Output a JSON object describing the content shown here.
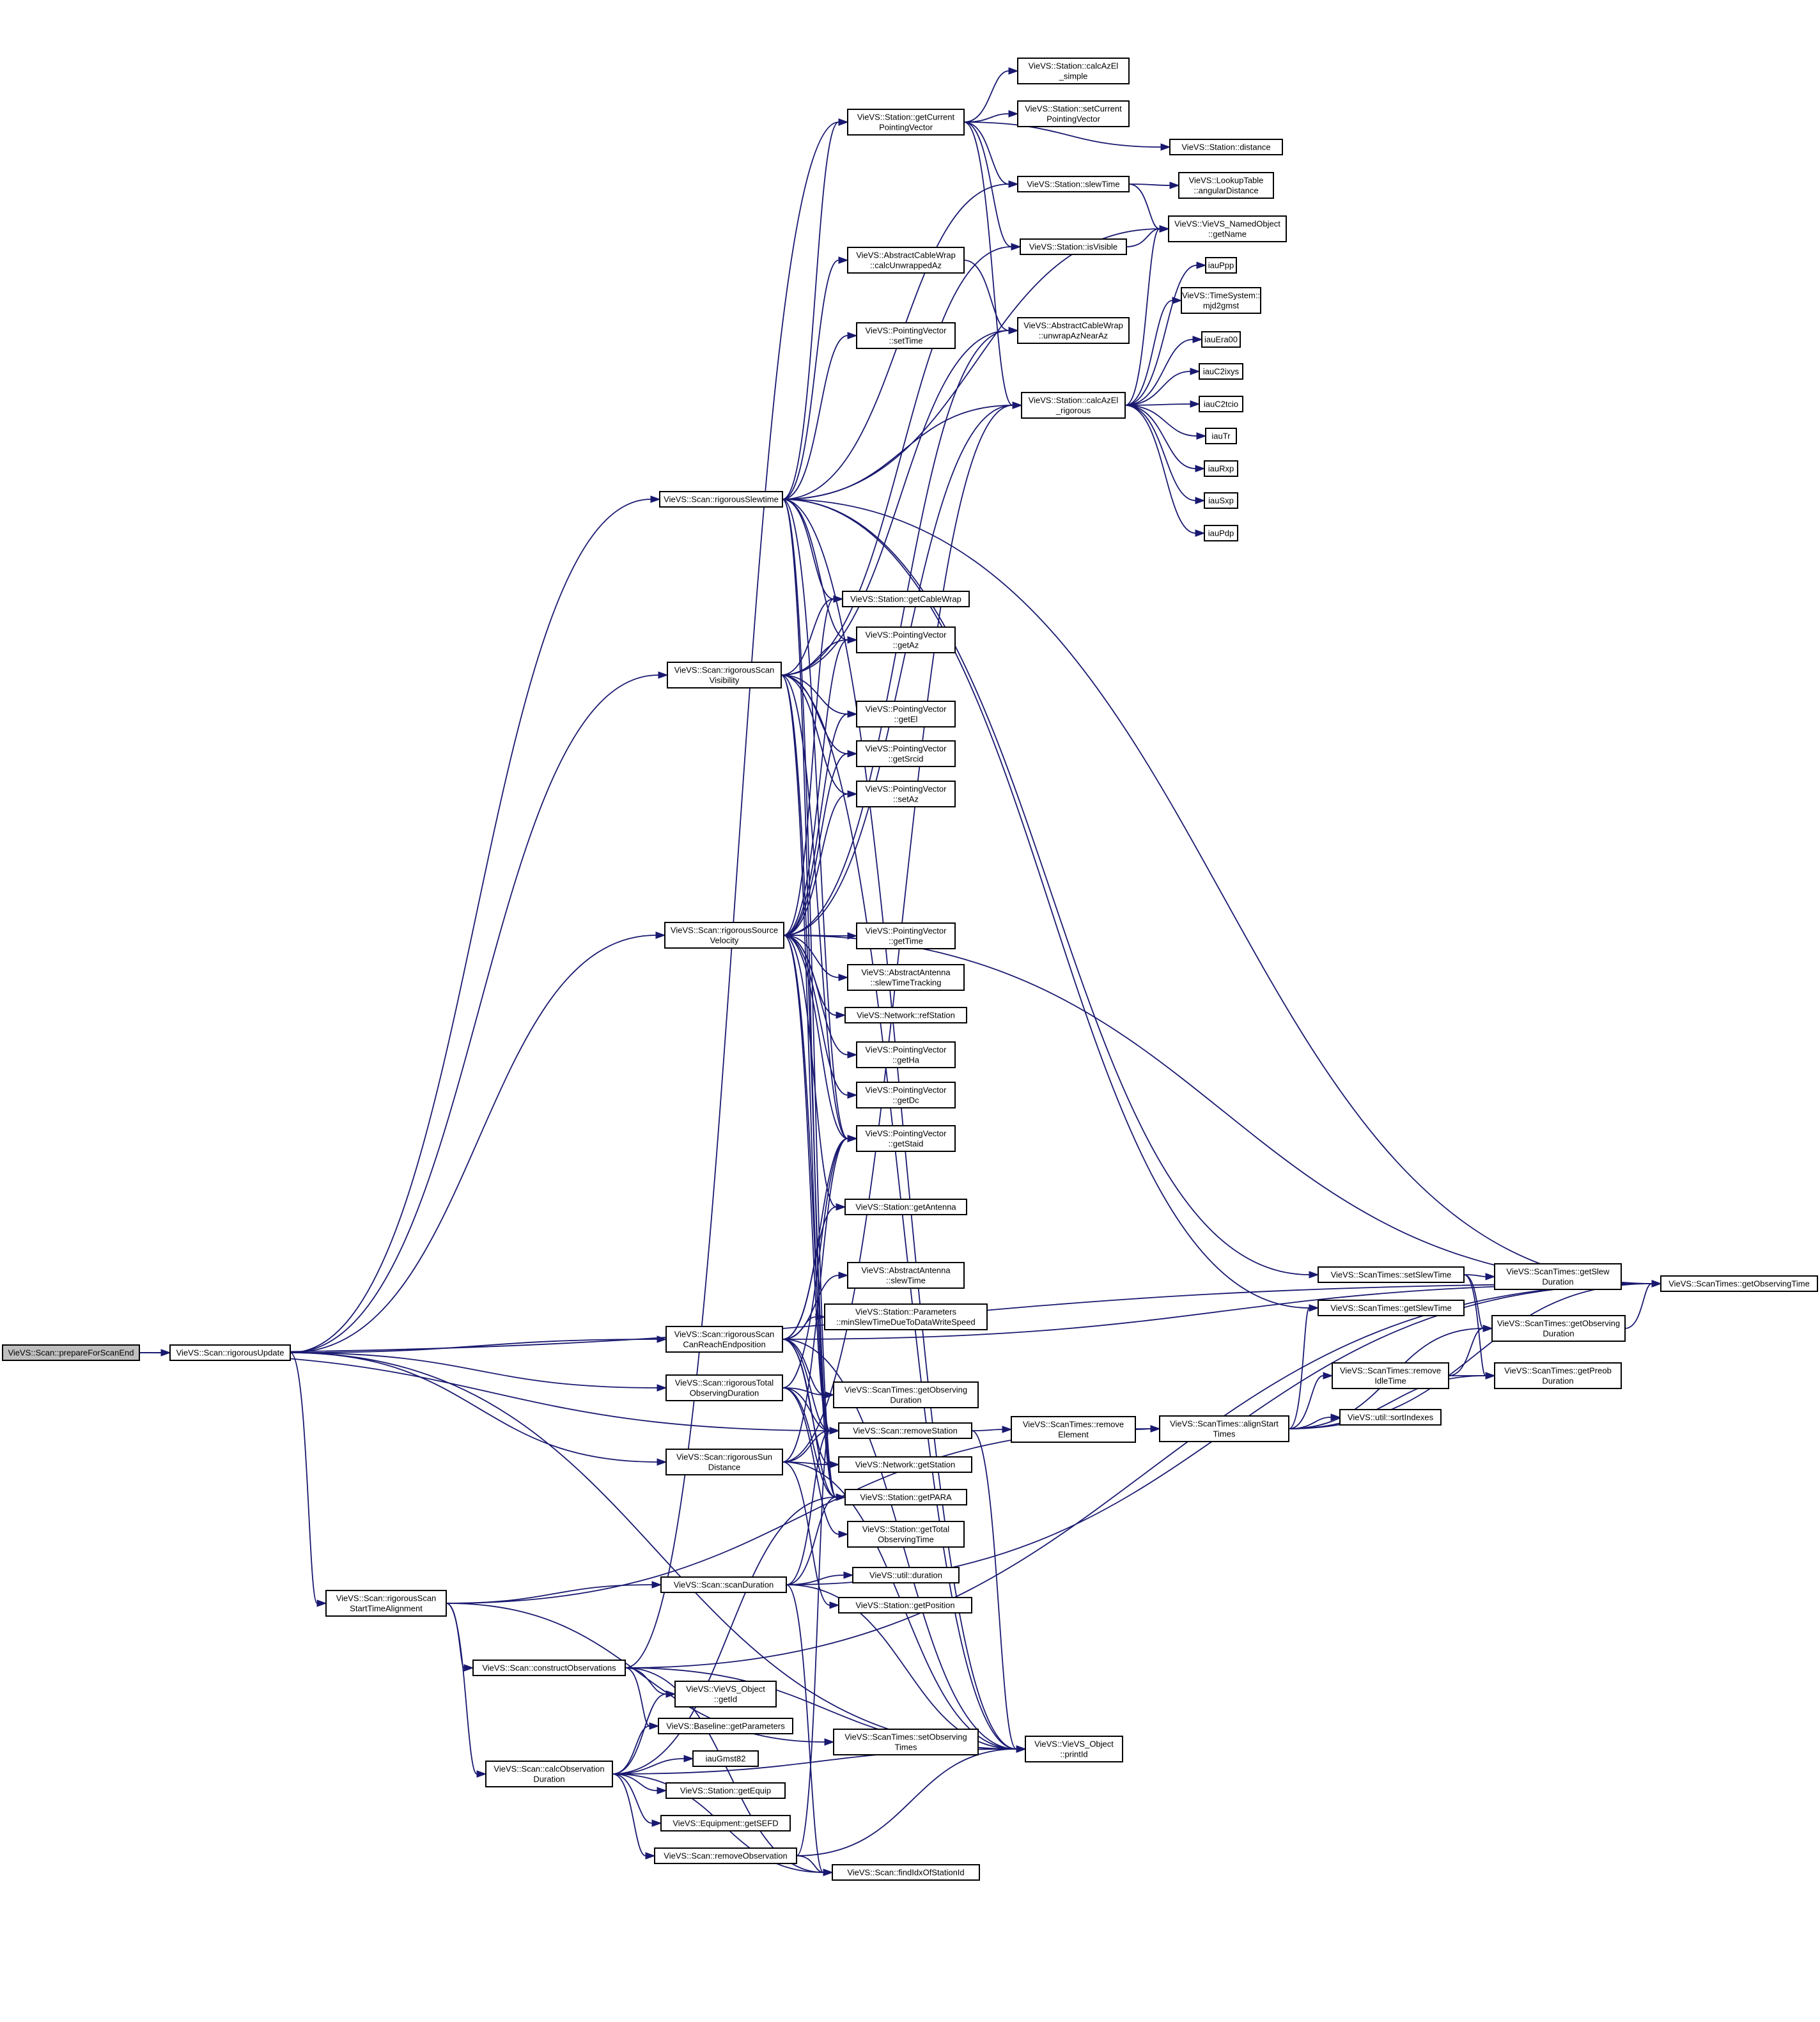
{
  "colors": {
    "edge": "#191970",
    "root_fill": "#bfbfbf",
    "node_fill": "#ffffff",
    "border": "#000000"
  },
  "nodes": [
    {
      "id": "prepareForScanEnd",
      "label": [
        "VieVS::Scan::prepareForScanEnd"
      ],
      "root": true
    },
    {
      "id": "rigorousUpdate",
      "label": [
        "VieVS::Scan::rigorousUpdate"
      ]
    },
    {
      "id": "rigorousSlewtime",
      "label": [
        "VieVS::Scan::rigorousSlewtime"
      ]
    },
    {
      "id": "rigorousScanVisibility",
      "label": [
        "VieVS::Scan::rigorousScan",
        "Visibility"
      ]
    },
    {
      "id": "rigorousSourceVelocity",
      "label": [
        "VieVS::Scan::rigorousSource",
        "Velocity"
      ]
    },
    {
      "id": "rigorousScanCanReachEndposition",
      "label": [
        "VieVS::Scan::rigorousScan",
        "CanReachEndposition"
      ]
    },
    {
      "id": "rigorousTotalObservingDuration",
      "label": [
        "VieVS::Scan::rigorousTotal",
        "ObservingDuration"
      ]
    },
    {
      "id": "rigorousSunDistance",
      "label": [
        "VieVS::Scan::rigorousSun",
        "Distance"
      ]
    },
    {
      "id": "rigorousScanStartTimeAlignment",
      "label": [
        "VieVS::Scan::rigorousScan",
        "StartTimeAlignment"
      ]
    },
    {
      "id": "scanDuration",
      "label": [
        "VieVS::Scan::scanDuration"
      ]
    },
    {
      "id": "constructObservations",
      "label": [
        "VieVS::Scan::constructObservations"
      ]
    },
    {
      "id": "calcObservationDuration",
      "label": [
        "VieVS::Scan::calcObservation",
        "Duration"
      ]
    },
    {
      "id": "calcAzEl_simple",
      "label": [
        "VieVS::Station::calcAzEl",
        "_simple"
      ]
    },
    {
      "id": "getCurrentPointingVector",
      "label": [
        "VieVS::Station::getCurrent",
        "PointingVector"
      ]
    },
    {
      "id": "setCurrentPointingVector",
      "label": [
        "VieVS::Station::setCurrent",
        "PointingVector"
      ]
    },
    {
      "id": "distance",
      "label": [
        "VieVS::Station::distance"
      ]
    },
    {
      "id": "slewTime",
      "label": [
        "VieVS::Station::slewTime"
      ]
    },
    {
      "id": "angularDistance",
      "label": [
        "VieVS::LookupTable",
        "::angularDistance"
      ]
    },
    {
      "id": "isVisible",
      "label": [
        "VieVS::Station::isVisible"
      ]
    },
    {
      "id": "getName",
      "label": [
        "VieVS::VieVS_NamedObject",
        "::getName"
      ]
    },
    {
      "id": "calcUnwrappedAz",
      "label": [
        "VieVS::AbstractCableWrap",
        "::calcUnwrappedAz"
      ]
    },
    {
      "id": "iauPpp",
      "label": [
        "iauPpp"
      ]
    },
    {
      "id": "mjd2gmst",
      "label": [
        "VieVS::TimeSystem::",
        "mjd2gmst"
      ]
    },
    {
      "id": "unwrapAzNearAz",
      "label": [
        "VieVS::AbstractCableWrap",
        "::unwrapAzNearAz"
      ]
    },
    {
      "id": "pvSetTime",
      "label": [
        "VieVS::PointingVector",
        "::setTime"
      ]
    },
    {
      "id": "iauEra00",
      "label": [
        "iauEra00"
      ]
    },
    {
      "id": "iauC2ixys",
      "label": [
        "iauC2ixys"
      ]
    },
    {
      "id": "calcAzEl_rigorous",
      "label": [
        "VieVS::Station::calcAzEl",
        "_rigorous"
      ]
    },
    {
      "id": "iauC2tcio",
      "label": [
        "iauC2tcio"
      ]
    },
    {
      "id": "iauTr",
      "label": [
        "iauTr"
      ]
    },
    {
      "id": "iauRxp",
      "label": [
        "iauRxp"
      ]
    },
    {
      "id": "iauSxp",
      "label": [
        "iauSxp"
      ]
    },
    {
      "id": "iauPdp",
      "label": [
        "iauPdp"
      ]
    },
    {
      "id": "getCableWrap",
      "label": [
        "VieVS::Station::getCableWrap"
      ]
    },
    {
      "id": "pvGetAz",
      "label": [
        "VieVS::PointingVector",
        "::getAz"
      ]
    },
    {
      "id": "pvGetEl",
      "label": [
        "VieVS::PointingVector",
        "::getEl"
      ]
    },
    {
      "id": "pvGetSrcid",
      "label": [
        "VieVS::PointingVector",
        "::getSrcid"
      ]
    },
    {
      "id": "pvSetAz",
      "label": [
        "VieVS::PointingVector",
        "::setAz"
      ]
    },
    {
      "id": "pvGetTime",
      "label": [
        "VieVS::PointingVector",
        "::getTime"
      ]
    },
    {
      "id": "slewTimeTracking",
      "label": [
        "VieVS::AbstractAntenna",
        "::slewTimeTracking"
      ]
    },
    {
      "id": "refStation",
      "label": [
        "VieVS::Network::refStation"
      ]
    },
    {
      "id": "pvGetHa",
      "label": [
        "VieVS::PointingVector",
        "::getHa"
      ]
    },
    {
      "id": "pvGetDc",
      "label": [
        "VieVS::PointingVector",
        "::getDc"
      ]
    },
    {
      "id": "pvGetStaid",
      "label": [
        "VieVS::PointingVector",
        "::getStaid"
      ]
    },
    {
      "id": "getAntenna",
      "label": [
        "VieVS::Station::getAntenna"
      ]
    },
    {
      "id": "aaSlewTime",
      "label": [
        "VieVS::AbstractAntenna",
        "::slewTime"
      ]
    },
    {
      "id": "minSlewTime",
      "label": [
        "VieVS::Station::Parameters",
        "::minSlewTimeDueToDataWriteSpeed"
      ]
    },
    {
      "id": "stGetObservingDuration",
      "label": [
        "VieVS::ScanTimes::getObserving",
        "Duration"
      ]
    },
    {
      "id": "removeStation",
      "label": [
        "VieVS::Scan::removeStation"
      ]
    },
    {
      "id": "getStation",
      "label": [
        "VieVS::Network::getStation"
      ]
    },
    {
      "id": "getPARA",
      "label": [
        "VieVS::Station::getPARA"
      ]
    },
    {
      "id": "getTotalObservingTime",
      "label": [
        "VieVS::Station::getTotal",
        "ObservingTime"
      ]
    },
    {
      "id": "utilDuration",
      "label": [
        "VieVS::util::duration"
      ]
    },
    {
      "id": "getPosition",
      "label": [
        "VieVS::Station::getPosition"
      ]
    },
    {
      "id": "objGetId",
      "label": [
        "VieVS::VieVS_Object",
        "::getId"
      ]
    },
    {
      "id": "baselineGetParameters",
      "label": [
        "VieVS::Baseline::getParameters"
      ]
    },
    {
      "id": "setObservingTimes",
      "label": [
        "VieVS::ScanTimes::setObserving",
        "Times"
      ]
    },
    {
      "id": "printId",
      "label": [
        "VieVS::VieVS_Object",
        "::printId"
      ]
    },
    {
      "id": "iauGmst82",
      "label": [
        "iauGmst82"
      ]
    },
    {
      "id": "getEquip",
      "label": [
        "VieVS::Station::getEquip"
      ]
    },
    {
      "id": "getSEFD",
      "label": [
        "VieVS::Equipment::getSEFD"
      ]
    },
    {
      "id": "removeObservation",
      "label": [
        "VieVS::Scan::removeObservation"
      ]
    },
    {
      "id": "findIdxOfStationId",
      "label": [
        "VieVS::Scan::findIdxOfStationId"
      ]
    },
    {
      "id": "removeElement",
      "label": [
        "VieVS::ScanTimes::remove",
        "Element"
      ]
    },
    {
      "id": "alignStartTimes",
      "label": [
        "VieVS::ScanTimes::alignStart",
        "Times"
      ]
    },
    {
      "id": "setSlewTime",
      "label": [
        "VieVS::ScanTimes::setSlewTime"
      ]
    },
    {
      "id": "getSlewTime",
      "label": [
        "VieVS::ScanTimes::getSlewTime"
      ]
    },
    {
      "id": "getSlewDuration",
      "label": [
        "VieVS::ScanTimes::getSlew",
        "Duration"
      ]
    },
    {
      "id": "stGetObservingDuration2",
      "label": [
        "VieVS::ScanTimes::getObserving",
        "Duration"
      ]
    },
    {
      "id": "removeIdleTime",
      "label": [
        "VieVS::ScanTimes::remove",
        "IdleTime"
      ]
    },
    {
      "id": "getPreobDuration",
      "label": [
        "VieVS::ScanTimes::getPreob",
        "Duration"
      ]
    },
    {
      "id": "sortIndexes",
      "label": [
        "VieVS::util::sortIndexes"
      ]
    },
    {
      "id": "getObservingTime",
      "label": [
        "VieVS::ScanTimes::getObservingTime"
      ]
    }
  ]
}
